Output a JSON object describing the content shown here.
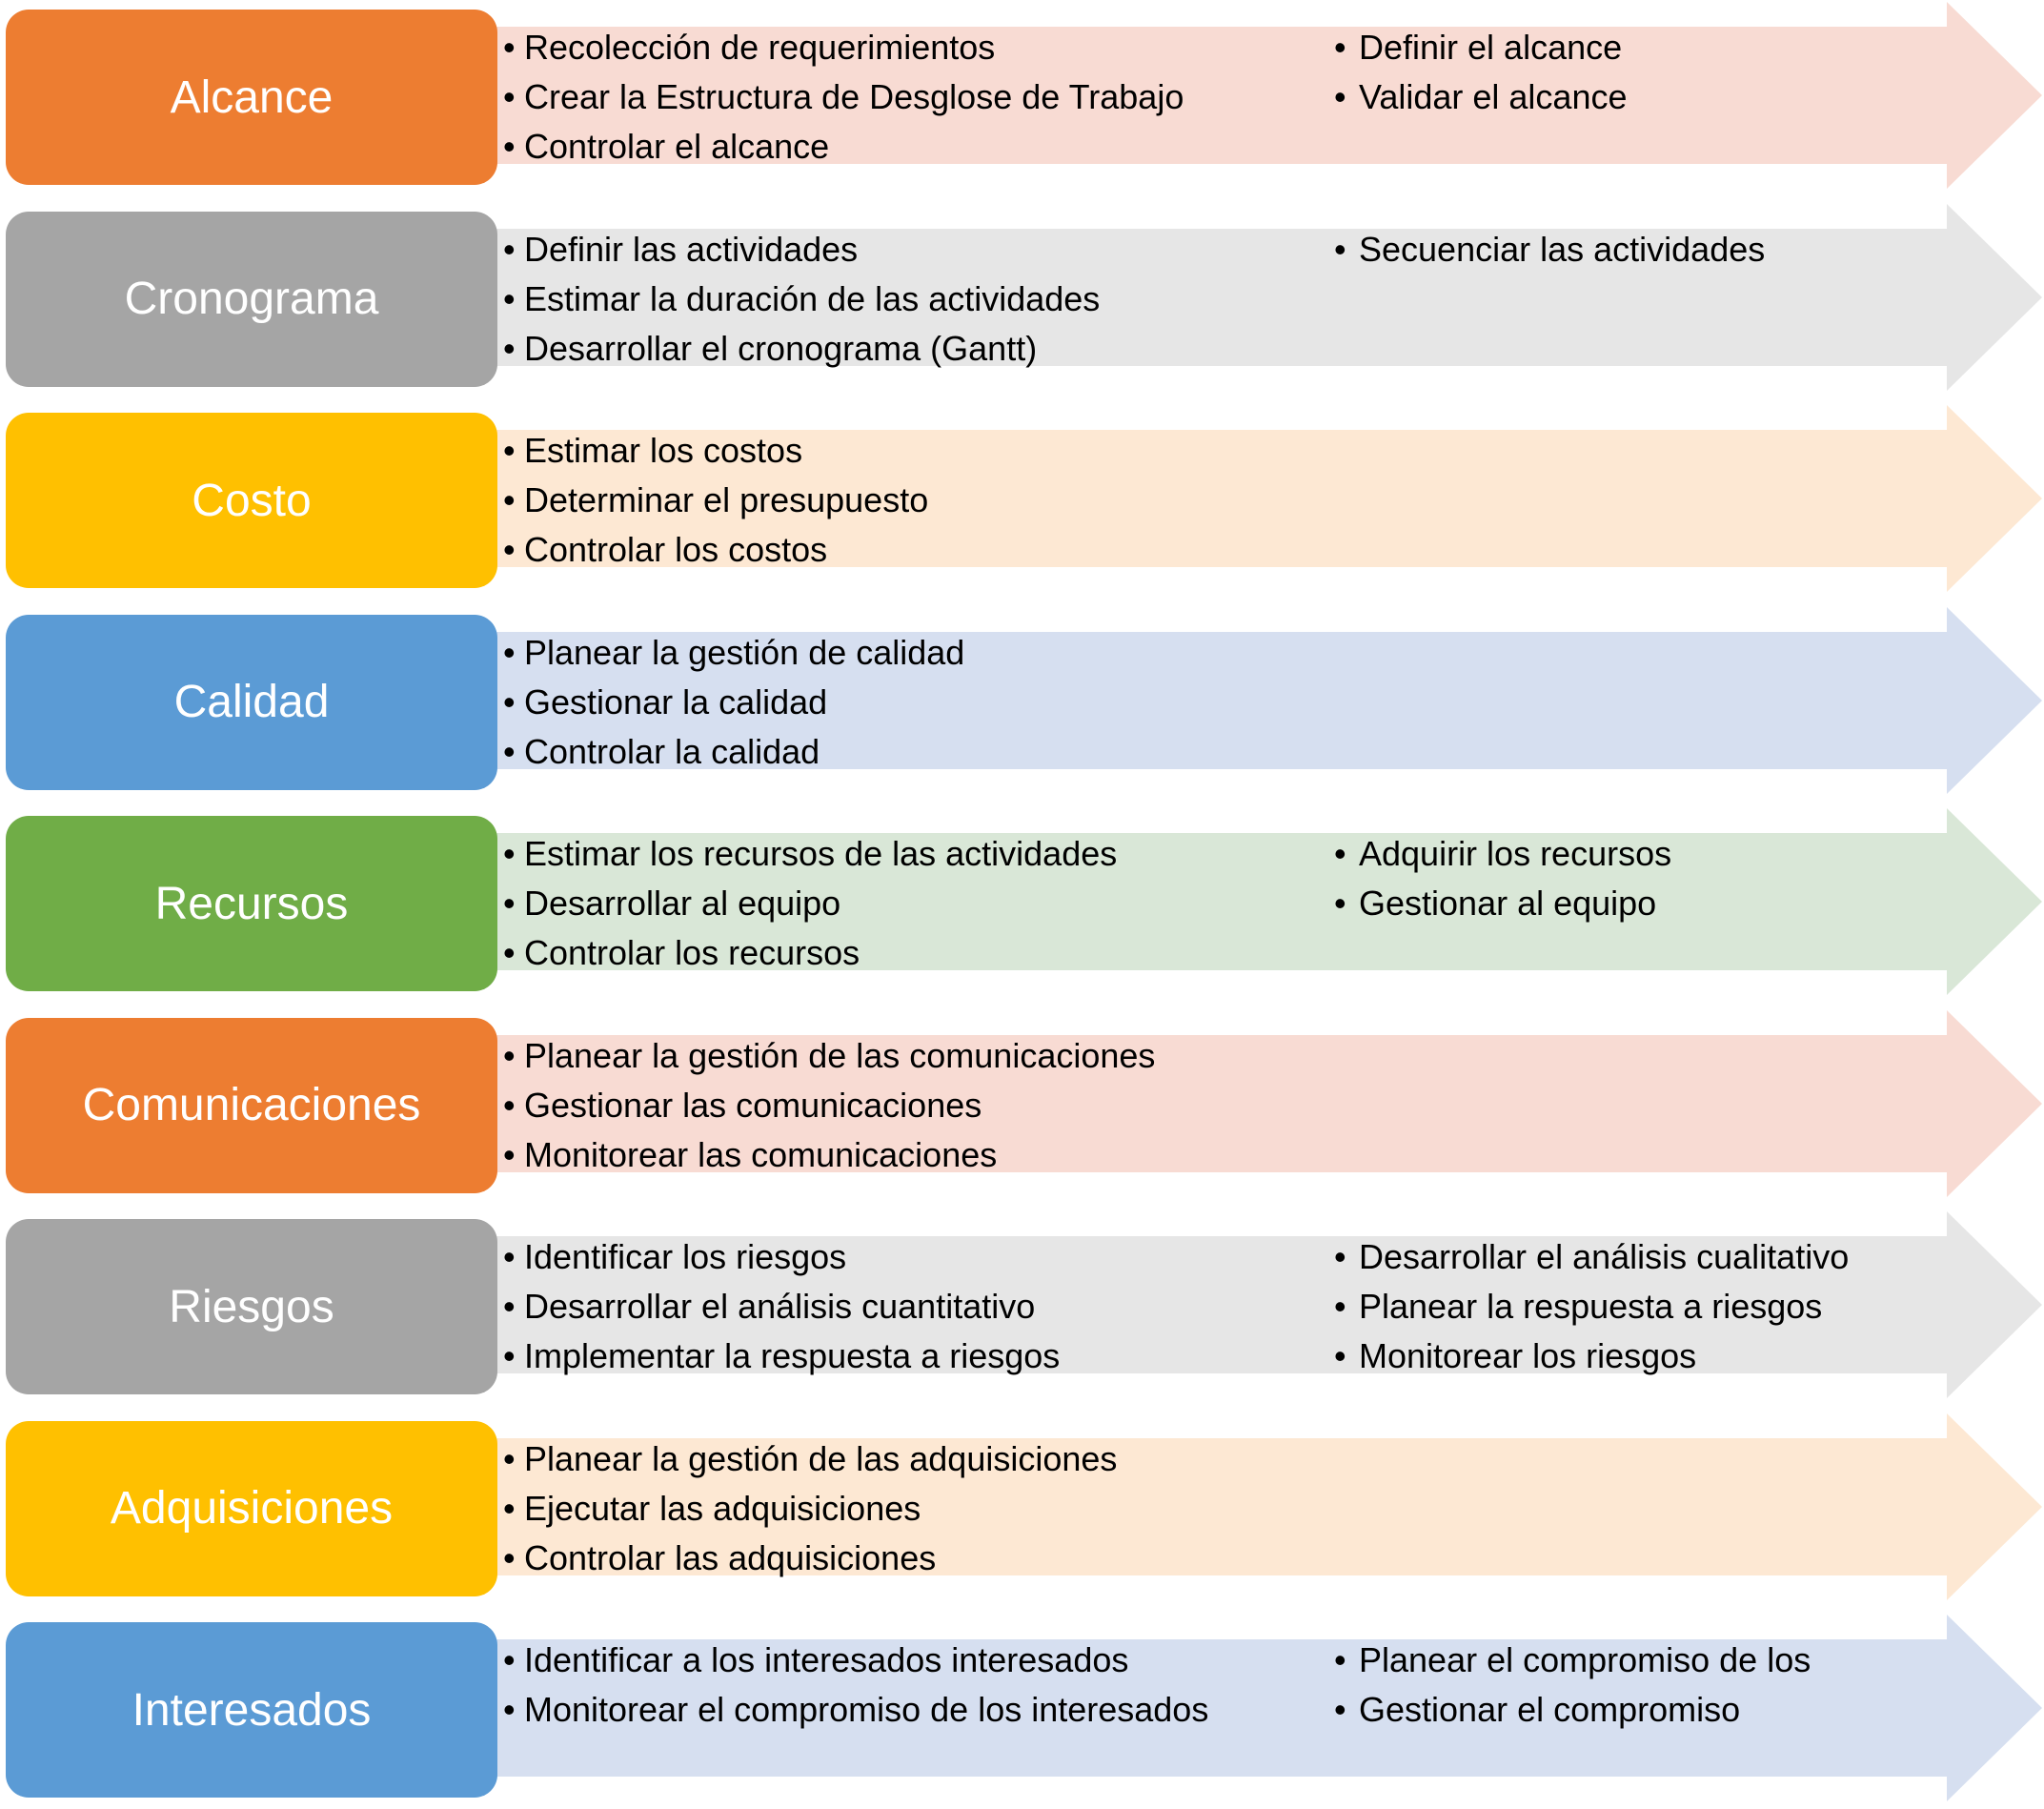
{
  "rows": [
    {
      "title": "Alcance",
      "box_color": "#ED7D31",
      "arrow_color": "#F8DBD3",
      "left": [
        "Recolección de requerimientos",
        "Crear la Estructura de Desglose de Trabajo",
        "Controlar el alcance"
      ],
      "right": [
        "Definir el alcance",
        "Validar el alcance"
      ]
    },
    {
      "title": "Cronograma",
      "box_color": "#A5A5A5",
      "arrow_color": "#E6E6E6",
      "left": [
        "Definir las actividades",
        "Estimar la duración de las actividades",
        "Desarrollar el cronograma (Gantt)"
      ],
      "right": [
        "Secuenciar las actividades"
      ]
    },
    {
      "title": "Costo",
      "box_color": "#FFC000",
      "arrow_color": "#FDE8D3",
      "left": [
        "Estimar los costos",
        "Determinar el presupuesto",
        "Controlar los costos"
      ],
      "right": []
    },
    {
      "title": "Calidad",
      "box_color": "#5B9BD5",
      "arrow_color": "#D6DFF0",
      "left": [
        "Planear la gestión de calidad",
        "Gestionar la calidad",
        "Controlar la calidad"
      ],
      "right": []
    },
    {
      "title": "Recursos",
      "box_color": "#70AD47",
      "arrow_color": "#D9E7D7",
      "left": [
        "Estimar los recursos de las actividades",
        "Desarrollar al equipo",
        "Controlar los recursos"
      ],
      "right": [
        "Adquirir los recursos",
        "Gestionar al equipo"
      ]
    },
    {
      "title": "Comunicaciones",
      "box_color": "#ED7D31",
      "arrow_color": "#F8DBD3",
      "left": [
        "Planear la gestión de las comunicaciones",
        "Gestionar las comunicaciones",
        "Monitorear las comunicaciones"
      ],
      "right": []
    },
    {
      "title": "Riesgos",
      "box_color": "#A5A5A5",
      "arrow_color": "#E6E6E6",
      "left": [
        "Identificar los riesgos",
        "Desarrollar el análisis cuantitativo",
        "Implementar la respuesta a riesgos"
      ],
      "right": [
        "Desarrollar el análisis cualitativo",
        "Planear la respuesta a riesgos",
        "Monitorear los riesgos"
      ]
    },
    {
      "title": "Adquisiciones",
      "box_color": "#FFC000",
      "arrow_color": "#FDE8D3",
      "left": [
        "Planear la gestión de las adquisiciones",
        "Ejecutar las adquisiciones",
        "Controlar las adquisiciones"
      ],
      "right": []
    },
    {
      "title": "Interesados",
      "box_color": "#5B9BD5",
      "arrow_color": "#D6DFF0",
      "left": [
        "Identificar a los interesados interesados",
        "Monitorear el compromiso de los interesados"
      ],
      "right": [
        "Planear el compromiso de los",
        "Gestionar el compromiso"
      ]
    }
  ]
}
